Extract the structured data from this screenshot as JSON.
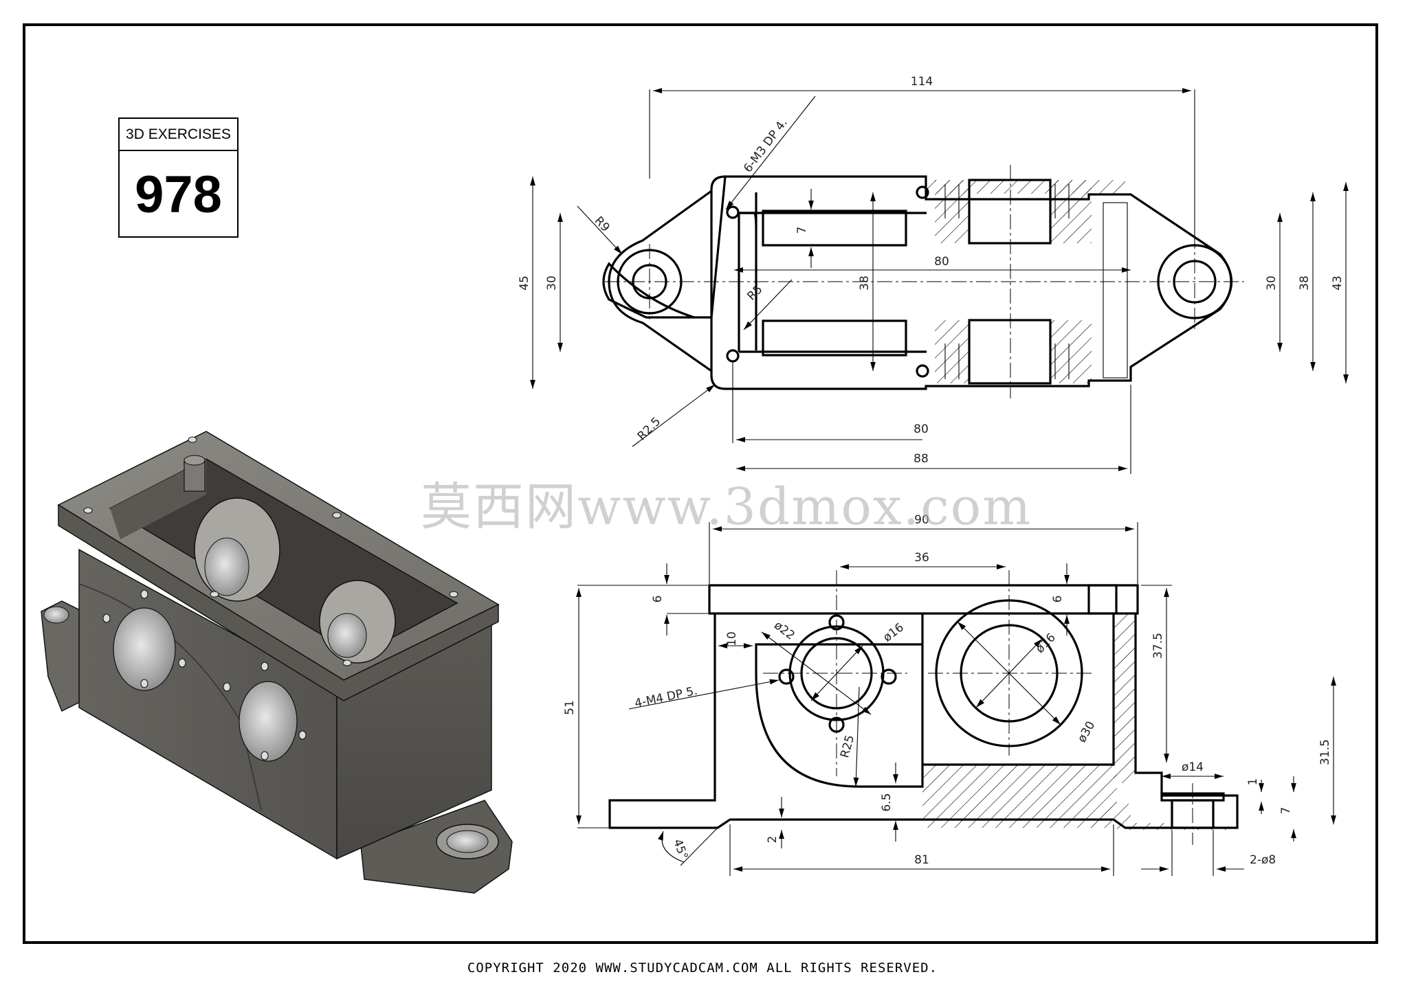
{
  "badge": {
    "label": "3D EXERCISES",
    "number": "978"
  },
  "copyright": "COPYRIGHT 2020 WWW.STUDYCADCAM.COM ALL RIGHTS RESERVED.",
  "watermark": "莫西网www.3dmox.com",
  "top_view": {
    "dims": {
      "overall_length": "114",
      "height_left": "45",
      "hole_spacing_left": "30",
      "inner_width": "38",
      "hole_spacing_right": "30",
      "inner_width_right": "38",
      "height_right": "43",
      "inner_length": "80",
      "bolt_spacing": "80",
      "body_length": "88",
      "tapped_holes": "6-M3 DP 4.",
      "lug_radius": "R9",
      "inner_radius": "R5",
      "corner_radius": "R2.5",
      "slot_width": "7"
    }
  },
  "front_view": {
    "dims": {
      "overall_length": "90",
      "bore_spacing": "36",
      "flange_thickness": "6",
      "flange_thickness_right": "6",
      "wall_offset": "10",
      "bcd": "ø22",
      "bore_left": "ø16",
      "bore_right": "ø16",
      "tapped_holes": "4-M4 DP 5.",
      "boss_radius": "R25",
      "boss_diameter": "ø30",
      "overall_height": "51",
      "upper_height": "37.5",
      "lower_height": "31.5",
      "counterbore": "ø14",
      "cbore_depth": "1",
      "lug_height": "7",
      "floor_thickness": "6.5",
      "base_step": "2",
      "chamfer_angle": "45°",
      "base_length": "81",
      "mount_holes": "2-ø8"
    }
  },
  "isometric": {
    "name": "gearbox housing 3D view"
  }
}
